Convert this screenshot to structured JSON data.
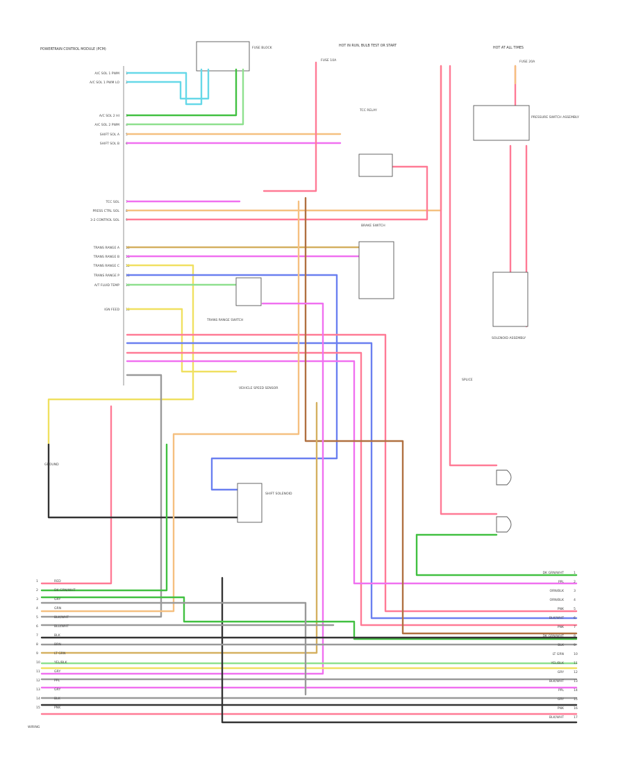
{
  "pcm": {
    "title": "POWERTRAIN CONTROL MODULE (PCM)",
    "pins": [
      {
        "label": "A/C SOL 1 PWM",
        "num": "1"
      },
      {
        "label": "A/C SOL 1 PWM LO",
        "num": "2"
      },
      {
        "label": "A/C SOL 2 HI",
        "num": "3"
      },
      {
        "label": "A/C SOL 2 PWM",
        "num": "4"
      },
      {
        "label": "SHIFT SOL A",
        "num": "5"
      },
      {
        "label": "SHIFT SOL B",
        "num": "6"
      },
      {
        "label": "TCC SOL",
        "num": "7"
      },
      {
        "label": "PRESS CTRL SOL",
        "num": "8"
      },
      {
        "label": "3-2 CONTROL SOL",
        "num": "9"
      },
      {
        "label": "TRANS RANGE A",
        "num": "10"
      },
      {
        "label": "TRANS RANGE B",
        "num": "11"
      },
      {
        "label": "TRANS RANGE C",
        "num": "12"
      },
      {
        "label": "TRANS RANGE P",
        "num": "13"
      },
      {
        "label": "A/T FLUID TEMP",
        "num": "14"
      },
      {
        "label": "IGN FEED",
        "num": "15"
      }
    ]
  },
  "components": {
    "fuse_block": "FUSE BLOCK",
    "hot_in_run": "HOT IN RUN, BULB TEST OR START",
    "hot_at_all_times": "HOT AT ALL TIMES",
    "fuse_a": "FUSE 10A",
    "fuse_b": "FUSE 20A",
    "brake_switch": "BRAKE SWITCH",
    "tcc_relay": "TCC RELAY",
    "pressure_switch_assy": "PRESSURE SWITCH ASSEMBLY",
    "shift_solenoid": "SHIFT SOLENOID",
    "solenoid_assy": "SOLENOID ASSEMBLY",
    "speed_sensor": "VEHICLE SPEED SENSOR",
    "range_switch": "TRANS RANGE SWITCH",
    "ground": "GROUND",
    "splice": "SPLICE"
  },
  "wire_colors": {
    "red": "#ff7a95",
    "pink": "#f070f0",
    "lt_green": "#8ee08e",
    "dk_green": "#40c040",
    "lt_blue": "#66d8e8",
    "dk_blue": "#6a7ff0",
    "orange": "#f5c080",
    "yellow": "#f0e060",
    "tan": "#d4b060",
    "brown": "#b07040",
    "black": "#333333",
    "gray": "#999999",
    "white": "#dddddd"
  },
  "bus_left_labels": [
    "RED",
    "DK GRN/WHT",
    "GRY",
    "GRN",
    "BLK/WHT",
    "BLU/WHT",
    "BLK",
    "BRN",
    "LT GRN",
    "YEL/BLK",
    "GRY",
    "PPL",
    "GRY",
    "BLK",
    "PNK"
  ],
  "bus_right_labels": [
    "DK GRN/WHT",
    "PPL",
    "ORN/BLK",
    "ORN/BLK",
    "PNK",
    "BLK/WHT",
    "PNK",
    "DK GRN/WHT",
    "BLK",
    "LT GRN",
    "YEL/BLK",
    "GRY",
    "BLK/WHT",
    "PPL",
    "GRY",
    "PNK",
    "BLK/WHT"
  ],
  "footer_label": "WIRING"
}
